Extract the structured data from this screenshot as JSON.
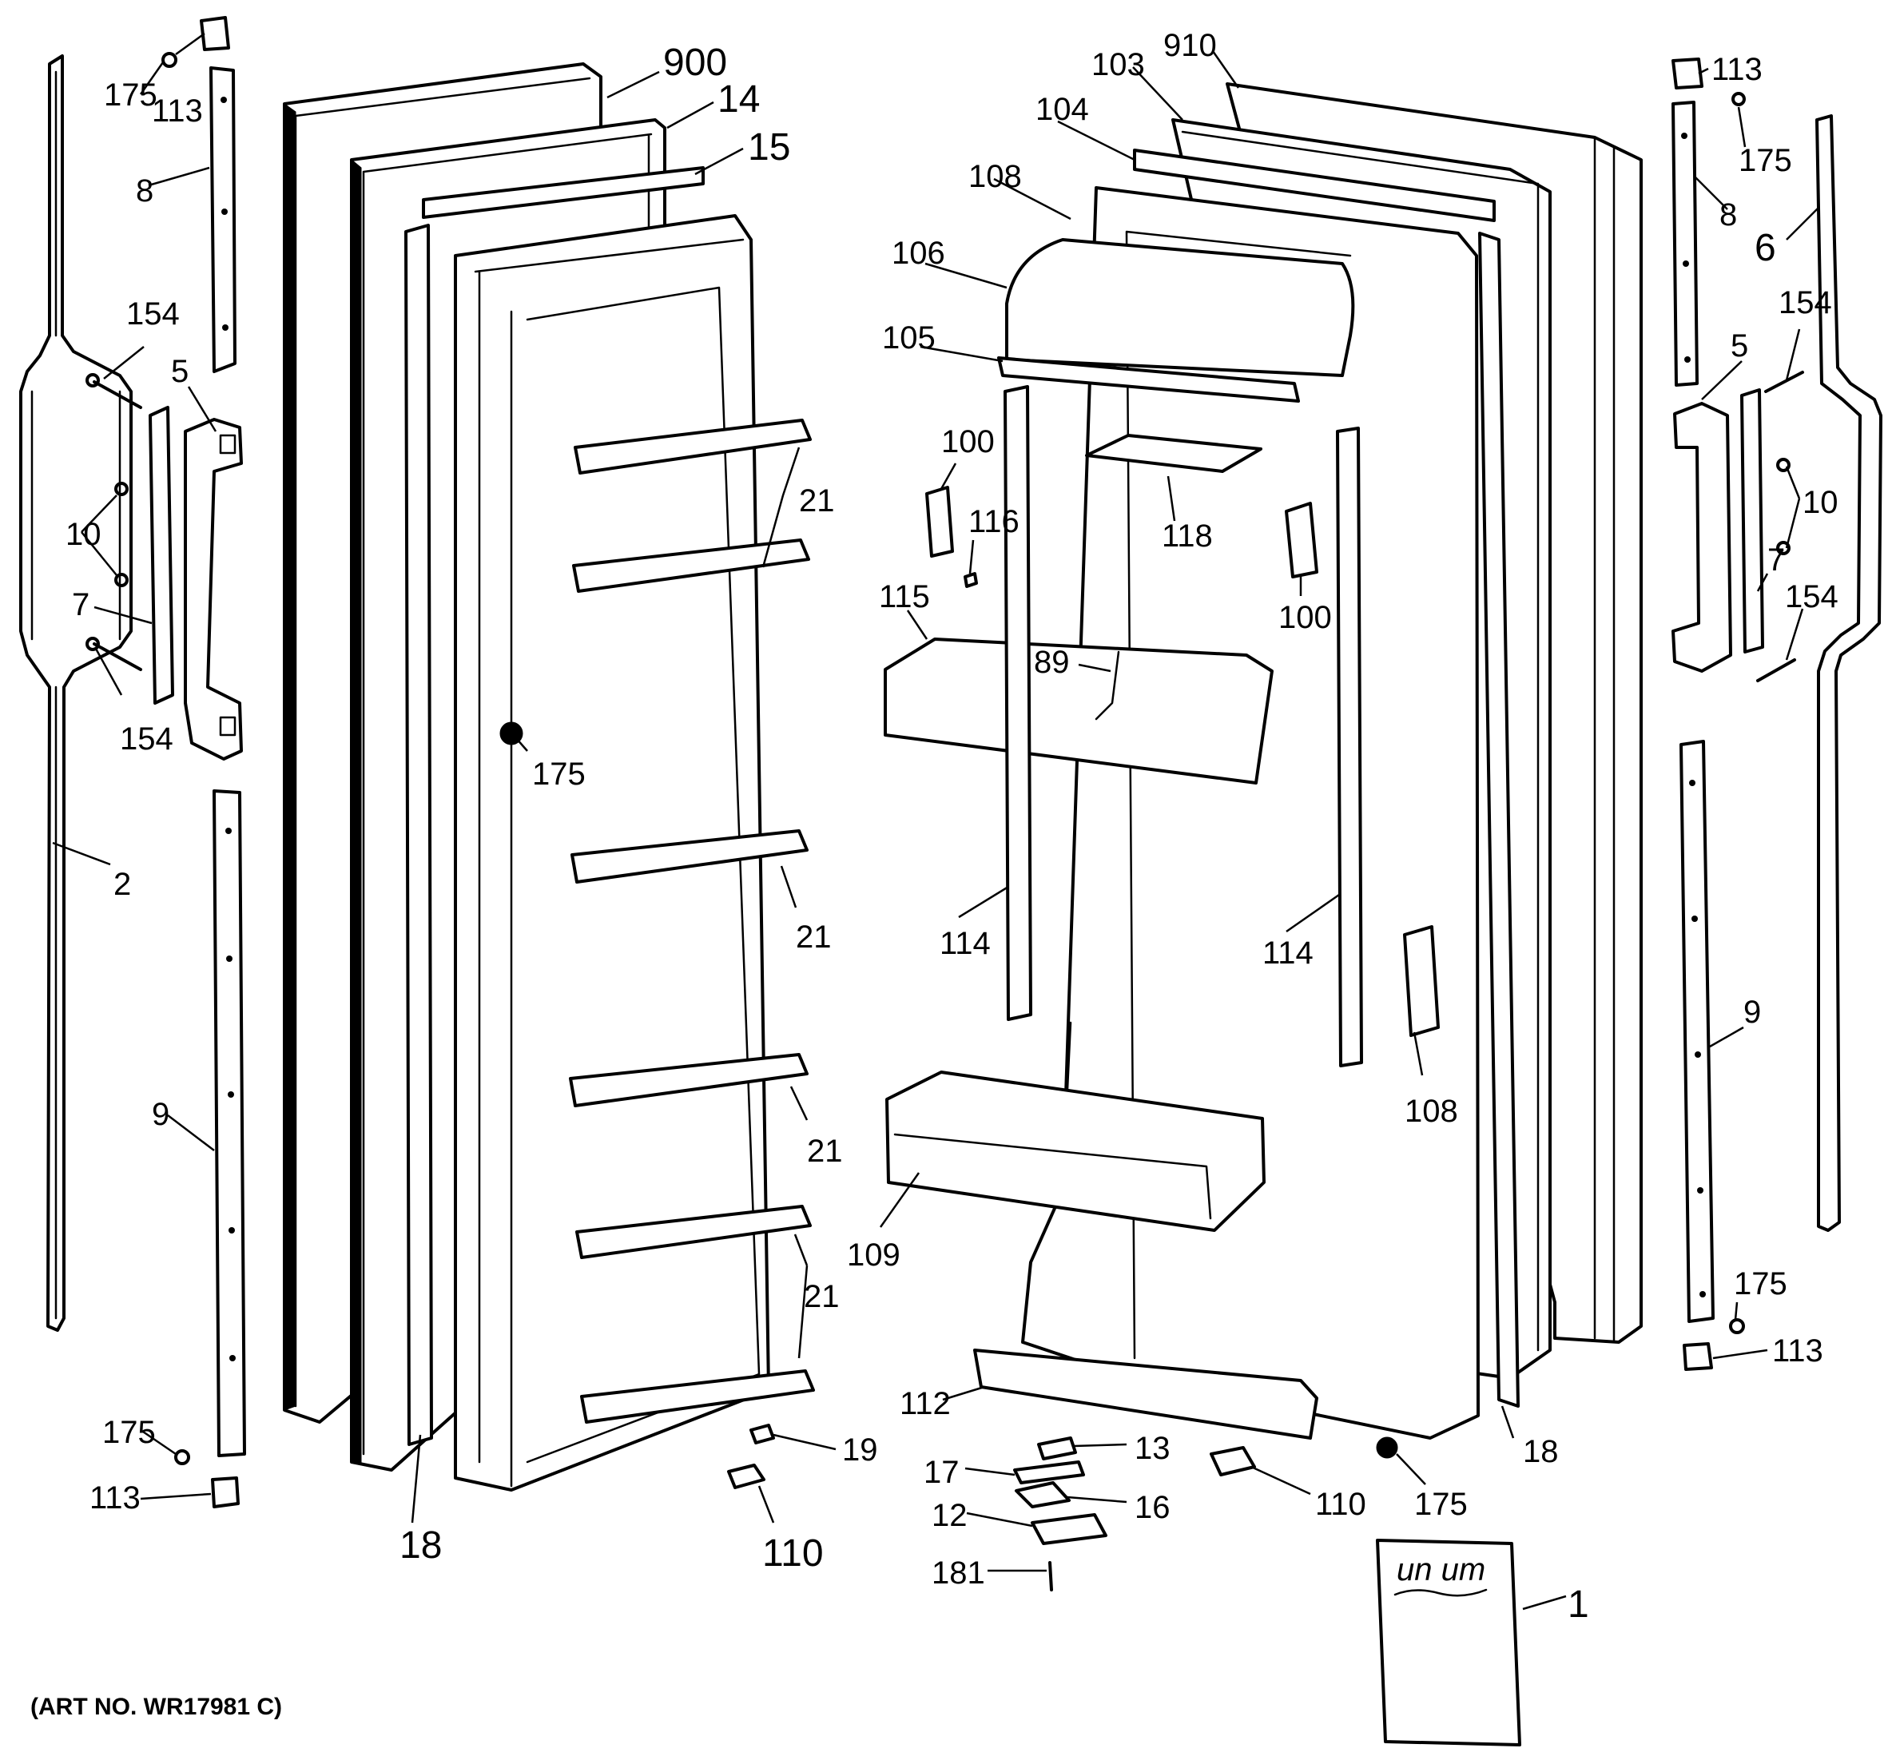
{
  "diagram": {
    "art_number": "(ART NO. WR17981 C)",
    "manual_scribble": "un um"
  },
  "callouts": {
    "c900": "900",
    "c14": "14",
    "c15": "15",
    "c175": "175",
    "c113": "113",
    "c8": "8",
    "c154": "154",
    "c5": "5",
    "c10": "10",
    "c7": "7",
    "c2": "2",
    "c9": "9",
    "c18": "18",
    "c19": "19",
    "c110": "110",
    "c21": "21",
    "c910": "910",
    "c103": "103",
    "c104": "104",
    "c108": "108",
    "c106": "106",
    "c105": "105",
    "c100": "100",
    "c116": "116",
    "c118": "118",
    "c115": "115",
    "c89": "89",
    "c114": "114",
    "c109": "109",
    "c112": "112",
    "c13": "13",
    "c17": "17",
    "c16": "16",
    "c12": "12",
    "c181": "181",
    "c6": "6",
    "c1": "1"
  }
}
